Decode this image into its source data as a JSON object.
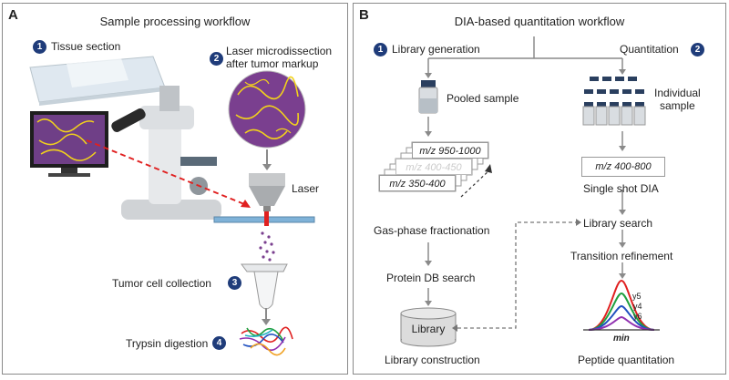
{
  "panelA": {
    "label": "A",
    "title": "Sample processing workflow",
    "steps": [
      {
        "num": "1",
        "text": "Tissue section"
      },
      {
        "num": "2",
        "text": "Laser microdissection",
        "text2": "after tumor markup"
      },
      {
        "num": "3",
        "text": "Tumor cell collection"
      },
      {
        "num": "4",
        "text": "Trypsin digestion"
      }
    ],
    "laser": "Laser"
  },
  "panelB": {
    "label": "B",
    "title": "DIA-based quantitation workflow",
    "left": {
      "num": "1",
      "heading": "Library generation",
      "pooled": "Pooled sample",
      "mz_top": "m/z 950-1000",
      "mz_mid": "m/z 400-450",
      "mz_bottom": "m/z 350-400",
      "gpf": "Gas-phase fractionation",
      "dbsearch": "Protein DB search",
      "library": "Library",
      "construction": "Library construction"
    },
    "right": {
      "num": "2",
      "heading": "Quantitation",
      "individual": "Individual",
      "individual2": "sample",
      "mz": "m/z 400-800",
      "singleshot": "Single shot DIA",
      "libsearch": "Library search",
      "refinement": "Transition refinement",
      "y5": "y5",
      "y4": "y4",
      "y6": "y6",
      "min": "min",
      "quant": "Peptide quantitation"
    }
  },
  "colors": {
    "badge": "#1f3c7a",
    "arrow": "#8a8a8a",
    "laser_dash": "#e02020",
    "tissue_purple": "#7a3f8f",
    "tissue_yellow": "#f2d21b"
  }
}
